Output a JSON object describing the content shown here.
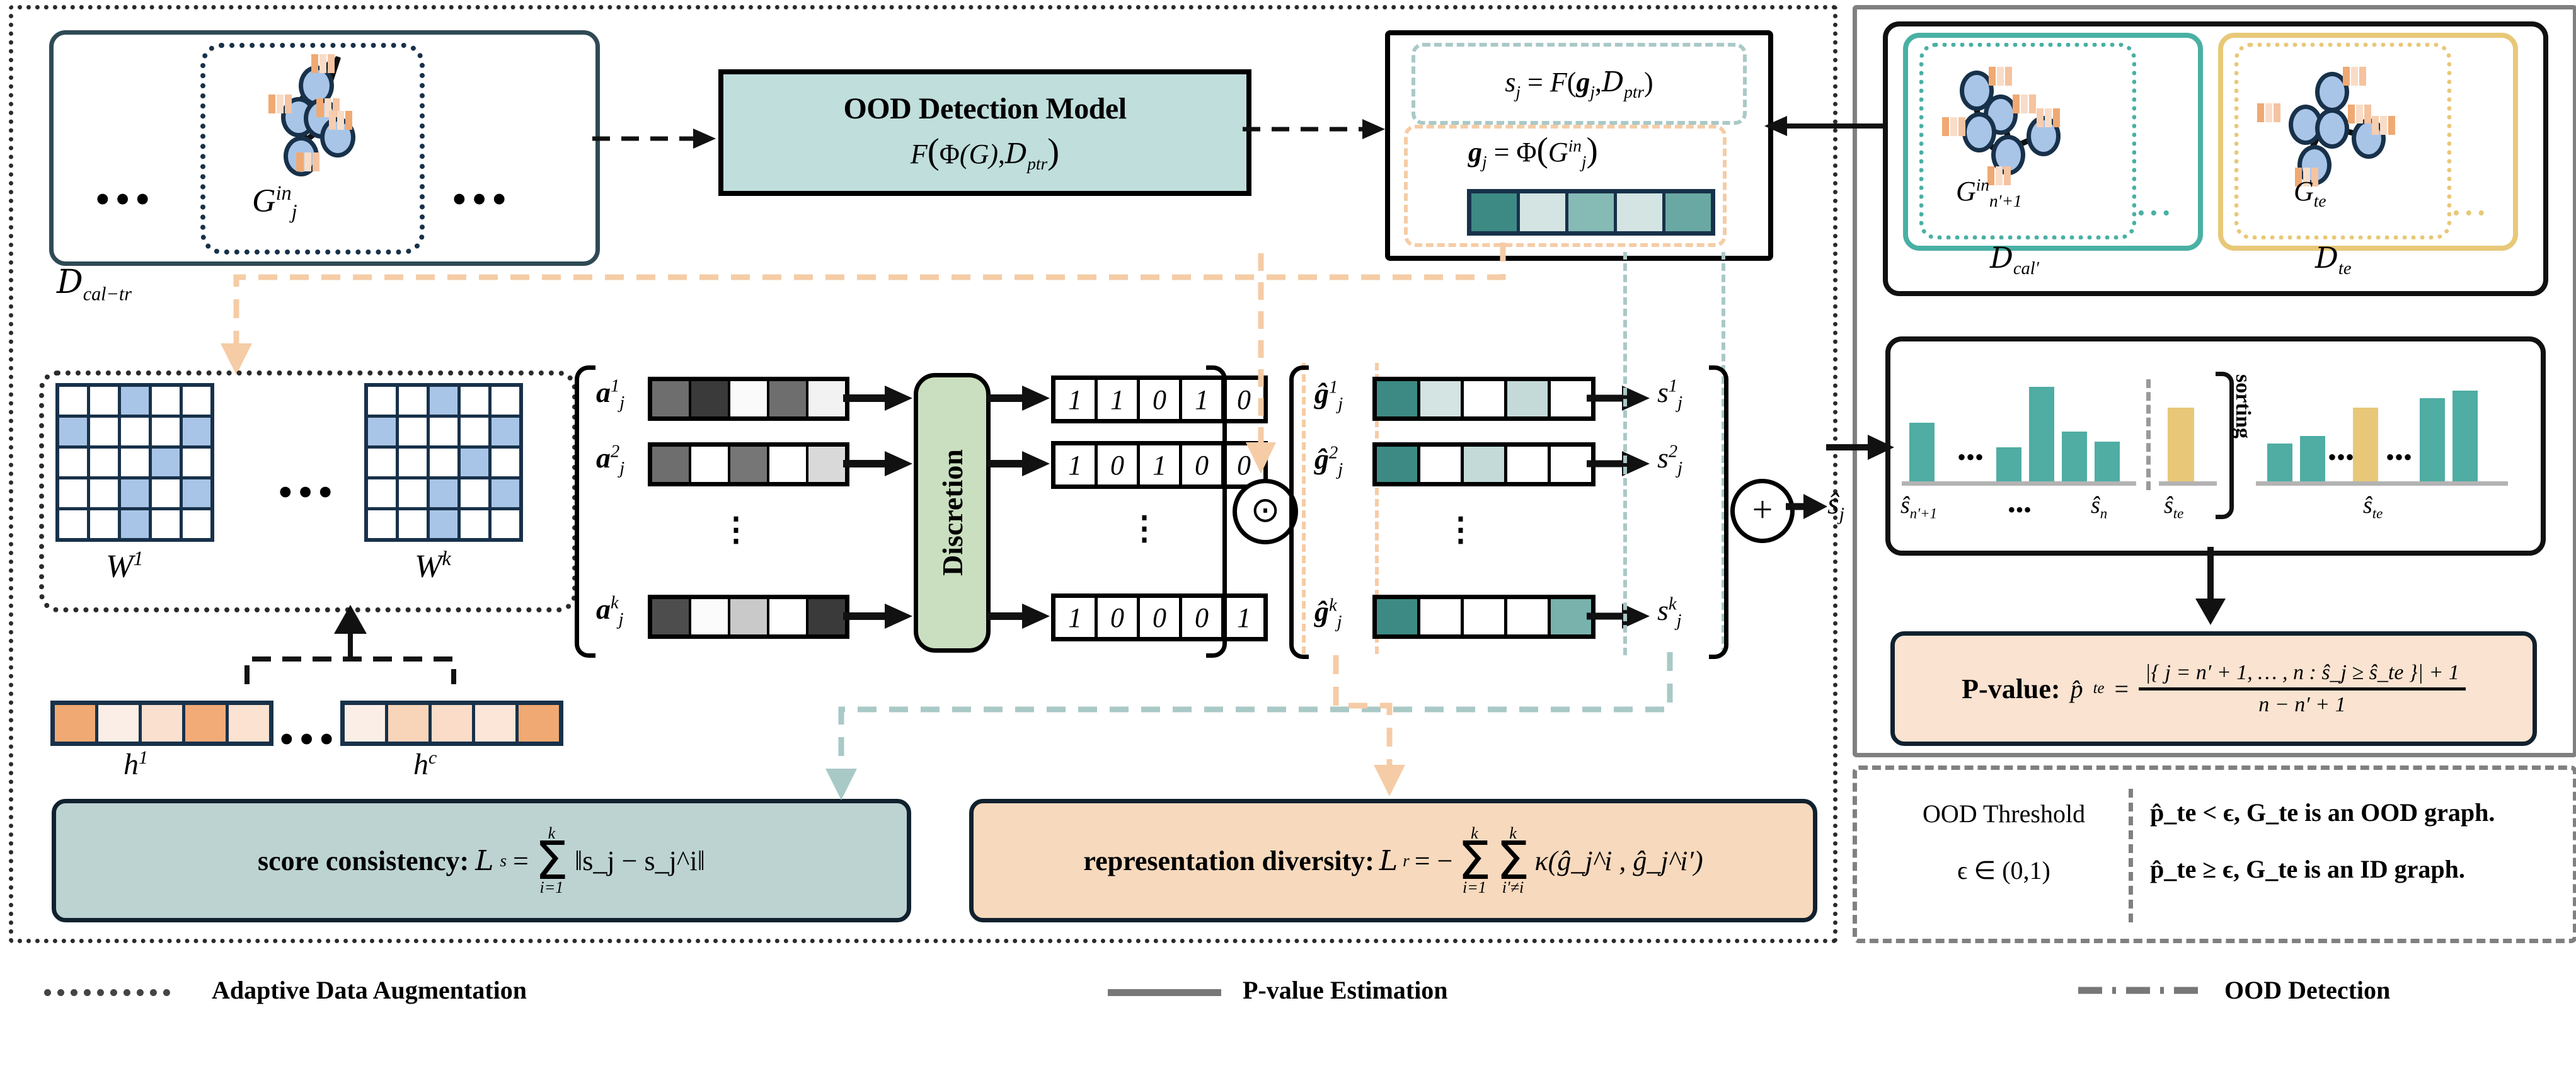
{
  "diagram": {
    "title": "Graph OOD detection framework with adaptive data augmentation and conformal p-value estimation",
    "colors": {
      "teal_fill": "#bfdedc",
      "teal_loss": "#bcd3d2",
      "orange_loss": "#f7d9bd",
      "orange_pval": "#fae3d0",
      "green_discretion": "#cadfc0",
      "node_blue": "#a8c5e8",
      "navy": "#18314a",
      "bar_teal": "#4fada3",
      "bar_gold": "#e8c878",
      "gray": "#808080"
    }
  },
  "left_panel": {
    "name": "Adaptive Data Augmentation",
    "input_box": {
      "graph_label": "G",
      "graph_sup": "in",
      "graph_sub": "j",
      "ellipsis_left": "•••",
      "ellipsis_right": "•••"
    },
    "dataset_label": {
      "symbol": "D",
      "sub": "cal−tr"
    }
  },
  "model_box": {
    "title": "OOD Detection Model",
    "formula": "F(Φ(G), D_ptr)",
    "formula_parts": {
      "f": "F",
      "open": "(",
      "phi": "Φ",
      "g": "(G)",
      "comma": ",",
      "d": "D",
      "dsub": "ptr",
      "close": ")"
    }
  },
  "score_box": {
    "score_formula": {
      "s": "s",
      "ssub": "j",
      "eq": "=",
      "f": "F",
      "open": "(",
      "g": "g",
      "gsub": "j",
      "comma": ",",
      "d": "D",
      "dsub": "ptr",
      "close": ")"
    },
    "embed_formula": {
      "g": "g",
      "gsub": "j",
      "eq": "=",
      "phi": "Φ",
      "open": "(",
      "gg": "G",
      "sup": "in",
      "sub": "j",
      "close": ")"
    },
    "embedding_cells": [
      "#3d8a84",
      "#d3e4e2",
      "#85bab5",
      "#d3e4e2",
      "#6aa9a3"
    ]
  },
  "augmentation": {
    "matrix_left_label": {
      "w": "W",
      "sup": "1"
    },
    "matrix_right_label": {
      "w": "W",
      "sup": "k"
    },
    "matrix_ellipsis": "•••",
    "matrix_left_cells": [
      0,
      0,
      1,
      0,
      0,
      1,
      0,
      0,
      0,
      1,
      0,
      0,
      0,
      1,
      0,
      0,
      0,
      1,
      0,
      1,
      0,
      0,
      1,
      0,
      0
    ],
    "matrix_right_cells": [
      0,
      0,
      1,
      0,
      0,
      1,
      0,
      0,
      0,
      1,
      0,
      0,
      0,
      1,
      0,
      0,
      0,
      1,
      0,
      1,
      0,
      0,
      1,
      0,
      0
    ],
    "h_left_label": {
      "h": "h",
      "sup": "1"
    },
    "h_right_label": {
      "h": "h",
      "sup": "c"
    },
    "h_ellipsis": "•••",
    "h_left_cells": [
      "#f0a972",
      "#fbeee6",
      "#fae0cf",
      "#f2ab77",
      "#fbe2d1"
    ],
    "h_right_cells": [
      "#fbeee6",
      "#f8d4b8",
      "#fadcc8",
      "#fbe6d8",
      "#f0a972"
    ]
  },
  "a_vectors": {
    "labels": [
      {
        "a": "a",
        "sup": "1",
        "sub": "j"
      },
      {
        "a": "a",
        "sup": "2",
        "sub": "j"
      },
      {
        "a": "a",
        "sup": "k",
        "sub": "j"
      }
    ],
    "ellipsis": "⋮",
    "rows": [
      [
        "#6e6e6e",
        "#3a3a3a",
        "#fafafa",
        "#6e6e6e",
        "#f2f2f2"
      ],
      [
        "#6e6e6e",
        "#ffffff",
        "#767676",
        "#ffffff",
        "#d9d9d9"
      ],
      [
        "#4d4d4d",
        "#fbfbfb",
        "#c9c9c9",
        "#ffffff",
        "#3a3a3a"
      ]
    ]
  },
  "discretion": {
    "label": "Discretion"
  },
  "binary_vectors": {
    "rows": [
      [
        "1",
        "1",
        "0",
        "1",
        "0"
      ],
      [
        "1",
        "0",
        "1",
        "0",
        "0"
      ],
      [
        "1",
        "0",
        "0",
        "0",
        "1"
      ]
    ],
    "ellipsis": "⋮"
  },
  "hadamard": {
    "symbol": "⊙",
    "name": "elementwise-product"
  },
  "g_hat_vectors": {
    "labels": [
      {
        "g": "ĝ",
        "sup": "1",
        "sub": "j"
      },
      {
        "g": "ĝ",
        "sup": "2",
        "sub": "j"
      },
      {
        "g": "ĝ",
        "sup": "k",
        "sub": "j"
      }
    ],
    "ellipsis": "⋮",
    "rows": [
      [
        "#3d8a84",
        "#d3e4e2",
        "#ffffff",
        "#c3dad8",
        "#ffffff"
      ],
      [
        "#3d8a84",
        "#ffffff",
        "#c3dad8",
        "#ffffff",
        "#ffffff"
      ],
      [
        "#3d8a84",
        "#ffffff",
        "#ffffff",
        "#ffffff",
        "#79b2ac"
      ]
    ]
  },
  "s_outputs": {
    "labels": [
      {
        "s": "s",
        "sup": "1",
        "sub": "j"
      },
      {
        "s": "s",
        "sup": "2",
        "sub": "j"
      },
      {
        "s": "s",
        "sup": "k",
        "sub": "j"
      }
    ],
    "ellipsis": "⋮"
  },
  "sum_op": {
    "symbol": "+",
    "name": "summation"
  },
  "s_hat": {
    "s": "ŝ",
    "sub": "j"
  },
  "losses": {
    "score_consistency": {
      "label": "score consistency:",
      "lhs": "L",
      "lhs_sub": "s",
      "eq": "=",
      "sum_top": "k",
      "sum_bottom": "i=1",
      "body": "‖s_j − s_j^i‖"
    },
    "representation_diversity": {
      "label": "representation diversity:",
      "lhs": "L",
      "lhs_sub": "r",
      "eq": "= −",
      "sum1_top": "k",
      "sum1_bottom": "i=1",
      "sum2_top": "k",
      "sum2_bottom": "i′≠i",
      "body": "κ(ĝ_j^i , ĝ_j^i′)"
    }
  },
  "right_panel": {
    "cal_dataset": {
      "graph_label": "G",
      "graph_sup": "in",
      "graph_sub": "n′+1",
      "dataset": "D",
      "dataset_sub": "cal′",
      "ellipsis": "•••"
    },
    "test_dataset": {
      "graph_label": "G",
      "graph_sub": "te",
      "dataset": "D",
      "dataset_sub": "te",
      "ellipsis": "•••"
    },
    "bars": {
      "sorting_label": "sorting",
      "left_group": {
        "values": [
          62,
          36,
          100,
          53,
          42
        ],
        "colors": [
          "#4fada3",
          "#4fada3",
          "#4fada3",
          "#4fada3",
          "#4fada3"
        ],
        "ellipsis": "•••",
        "label_left": {
          "s": "ŝ",
          "sub": "n′+1"
        },
        "label_mid": "•••",
        "label_right": {
          "s": "ŝ",
          "sub": "n"
        }
      },
      "test_bar": {
        "value": 78,
        "color": "#e8c878",
        "label": {
          "s": "ŝ",
          "sub": "te"
        }
      },
      "right_group": {
        "values": [
          40,
          48,
          78,
          88,
          96
        ],
        "colors": [
          "#4fada3",
          "#4fada3",
          "#e8c878",
          "#4fada3",
          "#4fada3"
        ],
        "ellipsis1": "•••",
        "ellipsis2": "•••",
        "label": {
          "s": "ŝ",
          "sub": "te"
        }
      }
    },
    "pvalue": {
      "title": "P-value:",
      "lhs": "p̂",
      "lhs_sub": "te",
      "eq": "=",
      "numerator": "|{ j = n′ + 1, … , n : ŝ_j ≥ ŝ_te }| + 1",
      "denominator": "n − n′ + 1"
    },
    "threshold": {
      "title": "OOD Threshold",
      "range": "ϵ ∈ (0,1)",
      "rule_ood": "p̂_te < ϵ, G_te is an OOD graph.",
      "rule_id": "p̂_te ≥ ϵ, G_te is an ID graph."
    }
  },
  "legend": {
    "items": [
      {
        "label": "Adaptive Data Augmentation",
        "style": "dotted"
      },
      {
        "label": "P-value Estimation",
        "style": "solid"
      },
      {
        "label": "OOD Detection",
        "style": "dash-dot"
      }
    ]
  }
}
